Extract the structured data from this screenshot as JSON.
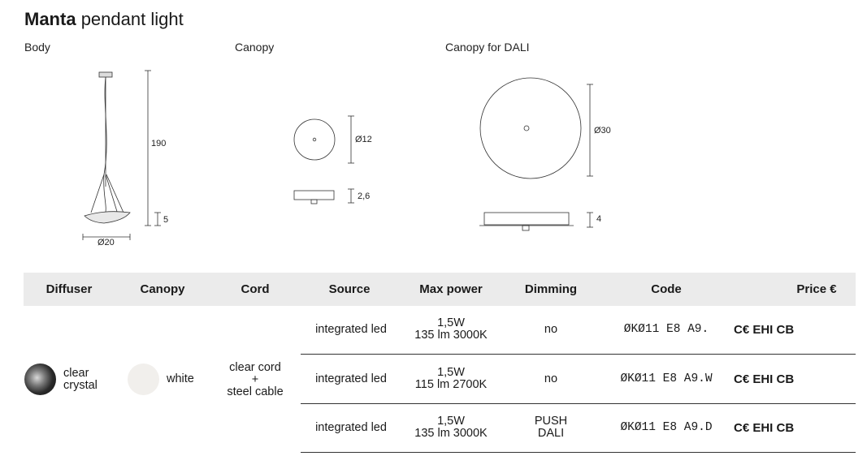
{
  "title": {
    "bold": "Manta",
    "rest": "pendant light"
  },
  "sections": {
    "body": "Body",
    "canopy": "Canopy",
    "canopy_dali": "Canopy for DALI"
  },
  "dimensions": {
    "body_height": "190",
    "body_bottom": "5",
    "body_diameter": "Ø20",
    "canopy_diameter": "Ø12",
    "canopy_height": "2,6",
    "dali_diameter": "Ø30",
    "dali_height": "4"
  },
  "table": {
    "headers": [
      "Diffuser",
      "Canopy",
      "Cord",
      "Source",
      "Max power",
      "Dimming",
      "Code",
      "Price €"
    ],
    "diffuser": {
      "line1": "clear",
      "line2": "crystal"
    },
    "canopy": "white",
    "cord": {
      "line1": "clear cord",
      "line2": "+",
      "line3": "steel cable"
    },
    "rows": [
      {
        "source": "integrated led",
        "power1": "1,5W",
        "power2": "135 lm 3000K",
        "dim1": "no",
        "dim2": "",
        "code": "ØKØ11 E8 A9.",
        "cert": "C€ EHI CB"
      },
      {
        "source": "integrated led",
        "power1": "1,5W",
        "power2": "115 lm 2700K",
        "dim1": "no",
        "dim2": "",
        "code": "ØKØ11 E8 A9.W",
        "cert": "C€ EHI CB"
      },
      {
        "source": "integrated led",
        "power1": "1,5W",
        "power2": "135 lm 3000K",
        "dim1": "PUSH",
        "dim2": "DALI",
        "code": "ØKØ11 E8 A9.D",
        "cert": "C€ EHI CB"
      }
    ]
  }
}
